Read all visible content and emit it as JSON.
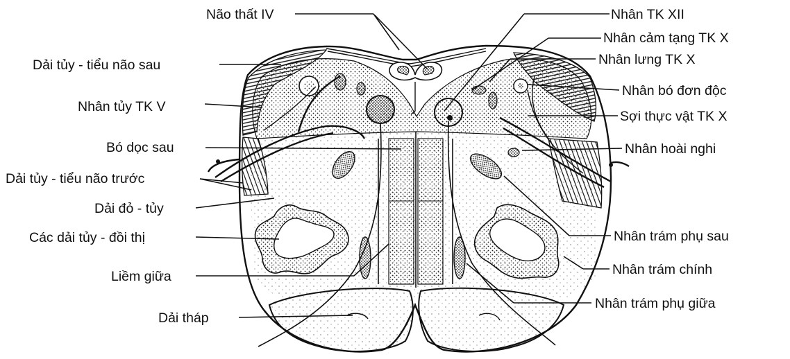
{
  "labels_left": [
    {
      "id": "dai-tuy-tieu-nao-sau",
      "text": "Dải tủy - tiểu não sau"
    },
    {
      "id": "nhan-tuy-tk-v",
      "text": "Nhân tủy TK V"
    },
    {
      "id": "bo-doc-sau",
      "text": "Bó dọc sau"
    },
    {
      "id": "dai-tuy-tieu-nao-truoc",
      "text": "Dải tủy - tiểu não trước"
    },
    {
      "id": "dai-do-tuy",
      "text": "Dải đỏ - tủy"
    },
    {
      "id": "cac-dai-tuy-doi-thi",
      "text": "Các dải tủy  - đồi thị"
    },
    {
      "id": "liem-giua",
      "text": "Liềm giữa"
    },
    {
      "id": "dai-thap",
      "text": "Dải tháp"
    }
  ],
  "labels_top": [
    {
      "id": "nao-that-iv",
      "text": "Não thất IV"
    }
  ],
  "labels_right": [
    {
      "id": "nhan-tk-xii",
      "text": "Nhân TK XII"
    },
    {
      "id": "nhan-cam-tang-tk-x",
      "text": "Nhân cảm tạng TK X"
    },
    {
      "id": "nhan-lung-tk-x",
      "text": "Nhân lưng TK X"
    },
    {
      "id": "nhan-bo-don-doc",
      "text": "Nhân bó đơn độc"
    },
    {
      "id": "soi-thuc-vat-tk-x",
      "text": "Sợi thực vật TK X"
    },
    {
      "id": "nhan-hoai-nghi",
      "text": "Nhân hoài nghi"
    },
    {
      "id": "nhan-tram-phu-sau",
      "text": "Nhân trám phụ sau"
    },
    {
      "id": "nhan-tram-chinh",
      "text": "Nhân trám chính"
    },
    {
      "id": "nhan-tram-phu-giua",
      "text": "Nhân trám phụ giữa"
    }
  ]
}
